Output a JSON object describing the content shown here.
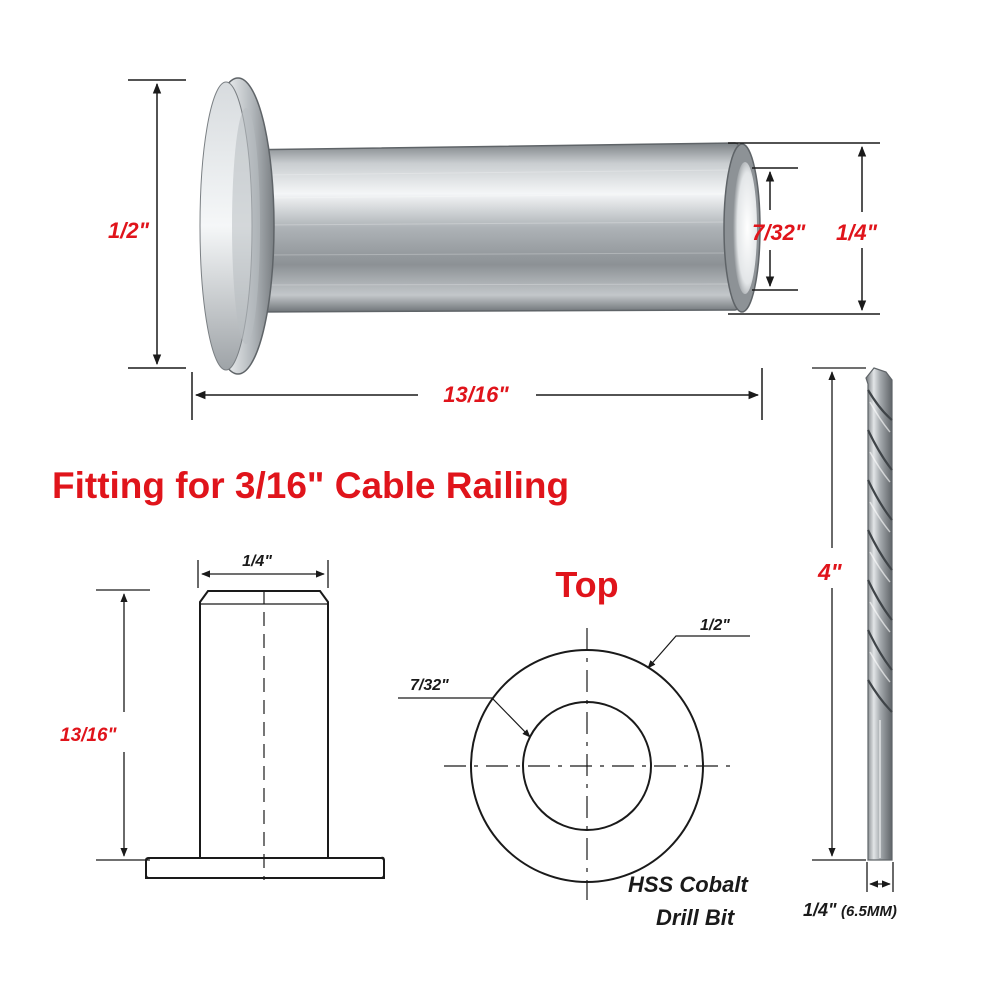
{
  "colors": {
    "accent_red": "#e0141b",
    "line": "#1a1a1a",
    "steel_dark": "#6f7478",
    "steel_mid": "#b9bec2",
    "steel_light": "#eef1f3"
  },
  "photo": {
    "dim_height": "1/2\"",
    "dim_inner": "7/32\"",
    "dim_outer": "1/4\"",
    "dim_length": "13/16\""
  },
  "headline": "Fitting for 3/16\" Cable Railing",
  "side_view": {
    "dim_width": "1/4\"",
    "dim_height": "13/16\""
  },
  "top_view": {
    "title": "Top",
    "dim_outer": "1/2\"",
    "dim_inner": "7/32\""
  },
  "drill": {
    "dim_length": "4\"",
    "dim_diameter": "1/4\"",
    "dim_diameter_mm": "(6.5MM)",
    "label_line1": "HSS Cobalt",
    "label_line2": "Drill Bit"
  }
}
